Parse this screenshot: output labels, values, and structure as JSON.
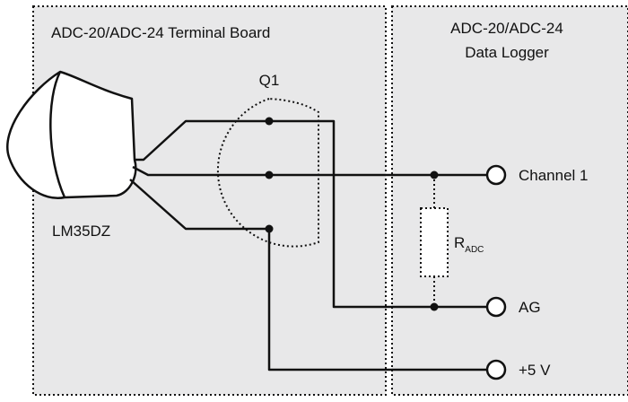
{
  "panels": {
    "terminal_board": {
      "title": "ADC-20/ADC-24 Terminal Board"
    },
    "data_logger": {
      "title_line1": "ADC-20/ADC-24",
      "title_line2": "Data Logger"
    }
  },
  "components": {
    "sensor": {
      "label": "LM35DZ"
    },
    "transistor_outline": {
      "label": "Q1"
    },
    "resistor": {
      "label_main": "R",
      "label_sub": "ADC"
    }
  },
  "terminals": [
    {
      "label": "Channel 1"
    },
    {
      "label": "AG"
    },
    {
      "label": "+5 V"
    }
  ],
  "colors": {
    "panel_fill": "#e8e8e9",
    "wire": "#111111",
    "resistor_fill": "#ffffff"
  }
}
